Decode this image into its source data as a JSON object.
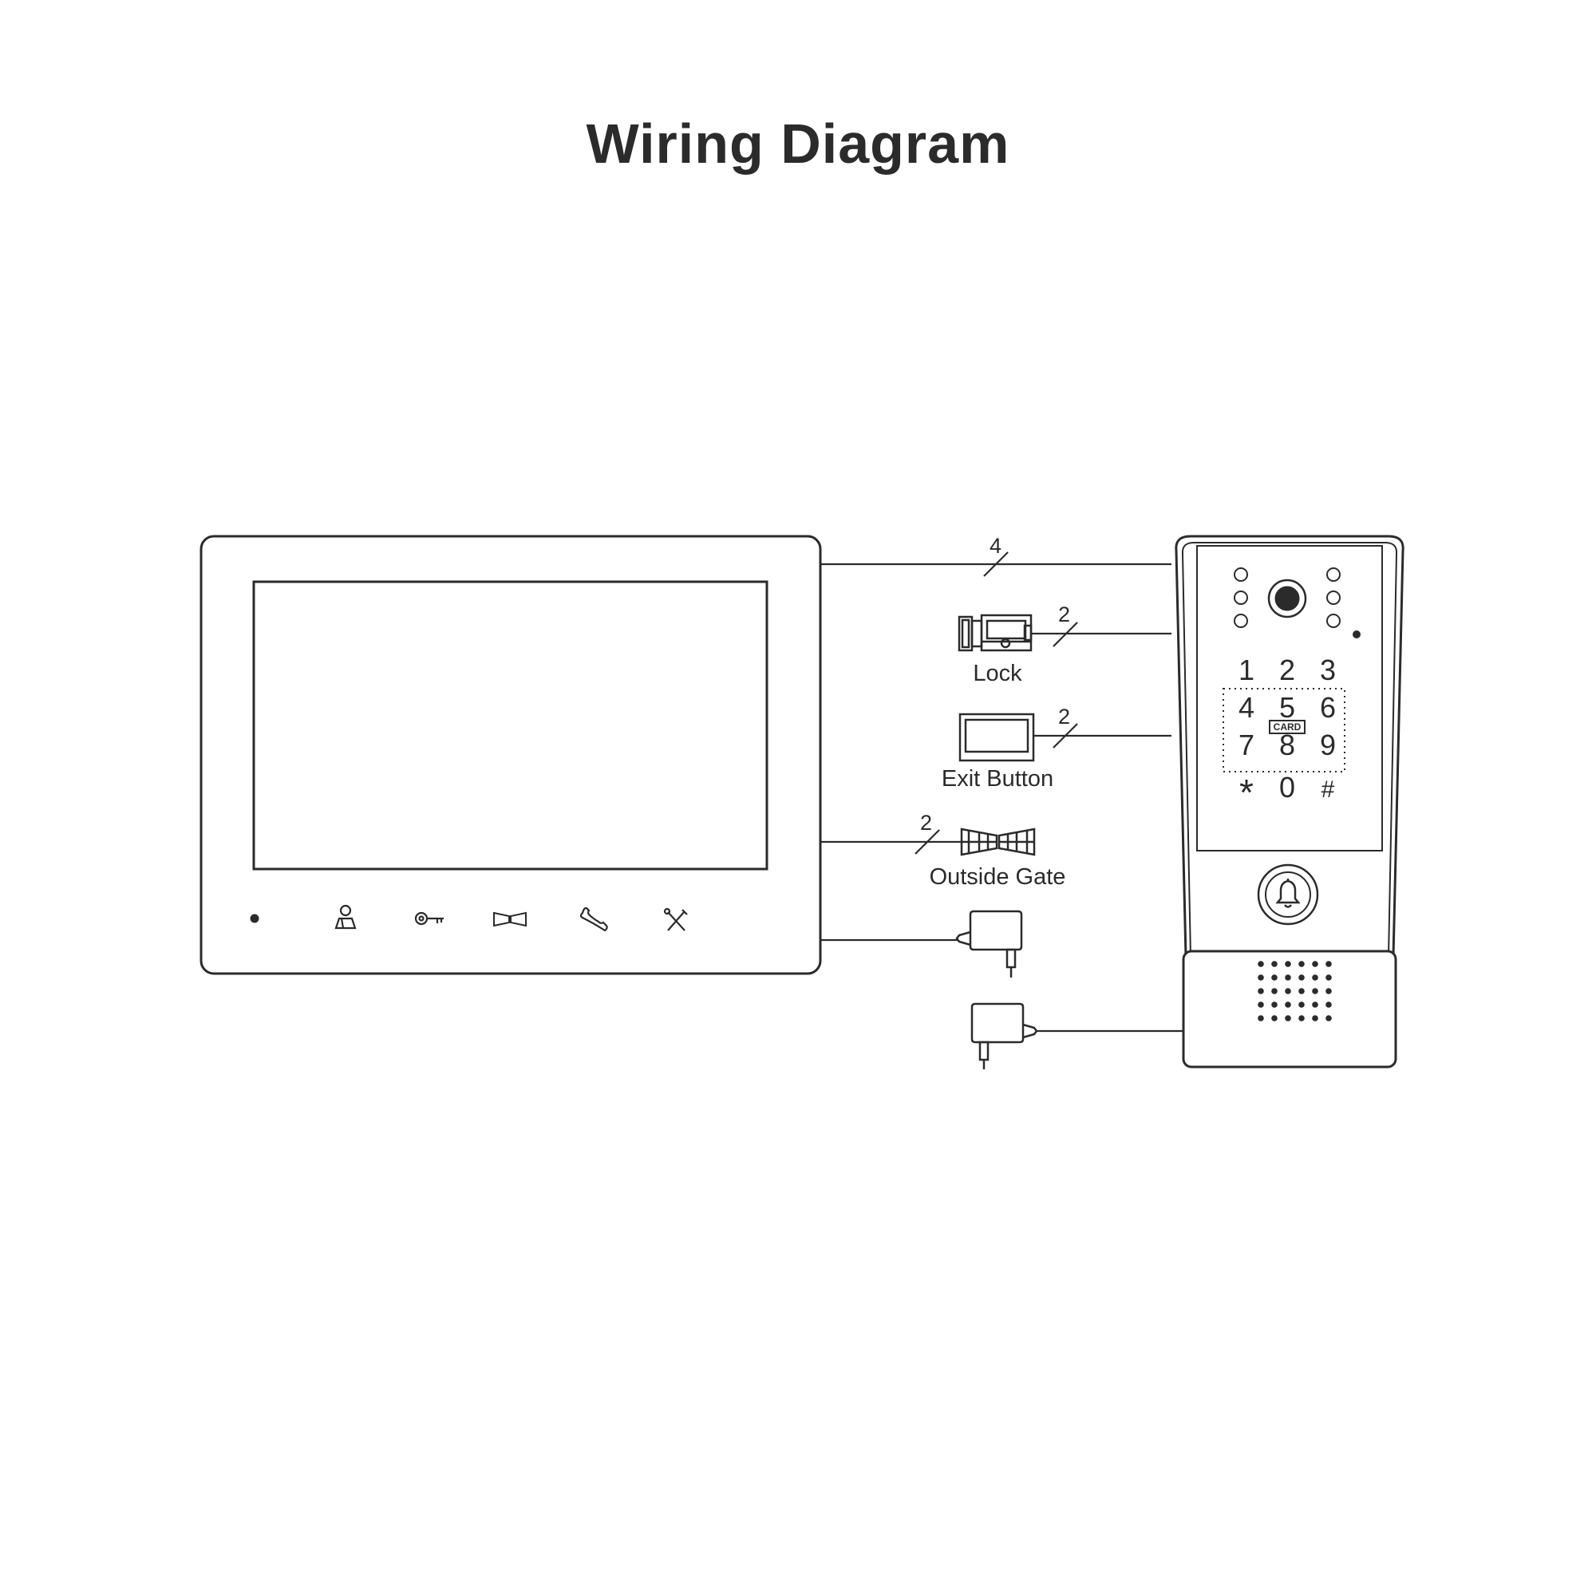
{
  "title": "Wiring Diagram",
  "wires": {
    "monitor_to_doorbell": "4",
    "lock": "2",
    "exit_button": "2",
    "outside_gate": "2"
  },
  "labels": {
    "lock": "Lock",
    "exit_button": "Exit Button",
    "outside_gate": "Outside Gate"
  },
  "keypad": {
    "keys": [
      "1",
      "2",
      "3",
      "4",
      "5",
      "6",
      "7",
      "8",
      "9",
      "*",
      "0",
      "#"
    ],
    "card_label": "CARD"
  },
  "monitor_buttons": [
    "mic-dot-icon",
    "user-icon",
    "key-icon",
    "gate-icon",
    "phone-handset-icon",
    "tools-icon"
  ]
}
